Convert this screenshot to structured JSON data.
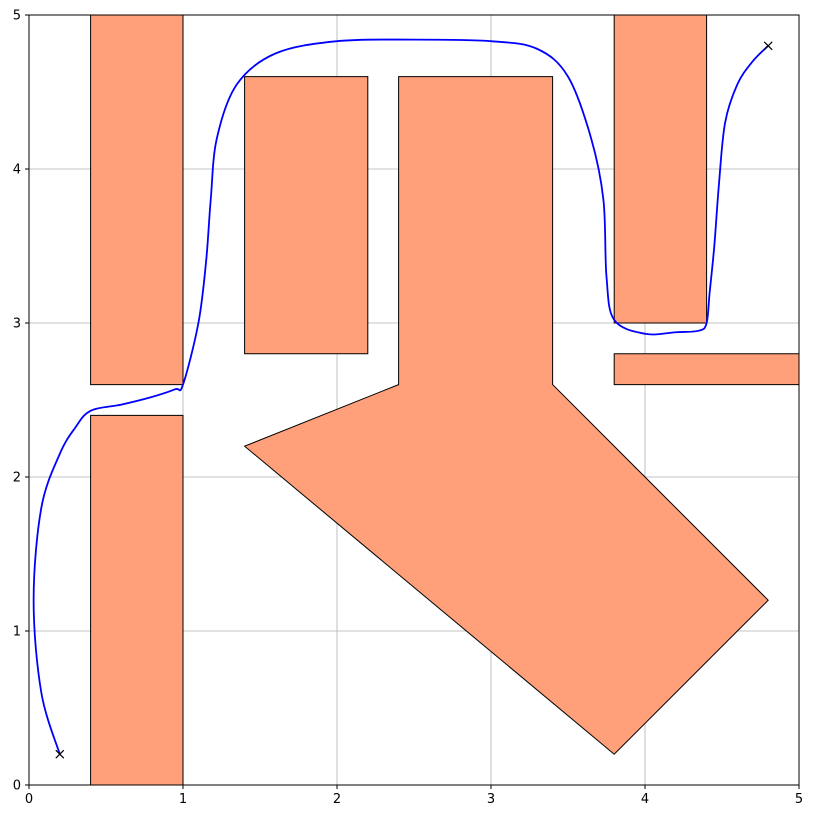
{
  "chart_data": {
    "type": "scatter",
    "title": "",
    "xlabel": "",
    "ylabel": "",
    "xlim": [
      0,
      5
    ],
    "ylim": [
      0,
      5
    ],
    "grid": true,
    "x_ticks": [
      "0",
      "1",
      "2",
      "3",
      "4",
      "5"
    ],
    "y_ticks": [
      "0",
      "1",
      "2",
      "3",
      "4",
      "5"
    ],
    "obstacle_color": "#FFA07A",
    "obstacle_edge_color": "#000000",
    "path_color": "#0000FF",
    "obstacles": [
      {
        "vertices": [
          [
            0.4,
            2.6
          ],
          [
            1.0,
            2.6
          ],
          [
            1.0,
            5.0
          ],
          [
            0.4,
            5.0
          ]
        ]
      },
      {
        "vertices": [
          [
            0.4,
            0.0
          ],
          [
            1.0,
            0.0
          ],
          [
            1.0,
            2.4
          ],
          [
            0.4,
            2.4
          ]
        ]
      },
      {
        "vertices": [
          [
            1.4,
            2.8
          ],
          [
            2.2,
            2.8
          ],
          [
            2.2,
            4.6
          ],
          [
            1.4,
            4.6
          ]
        ]
      },
      {
        "vertices": [
          [
            3.8,
            3.0
          ],
          [
            4.4,
            3.0
          ],
          [
            4.4,
            5.0
          ],
          [
            3.8,
            5.0
          ]
        ]
      },
      {
        "vertices": [
          [
            3.8,
            2.6
          ],
          [
            5.0,
            2.6
          ],
          [
            5.0,
            2.8
          ],
          [
            3.8,
            2.8
          ]
        ]
      },
      {
        "vertices": [
          [
            2.4,
            4.6
          ],
          [
            3.4,
            4.6
          ],
          [
            3.4,
            2.6
          ],
          [
            4.8,
            1.2
          ],
          [
            3.8,
            0.2
          ],
          [
            1.4,
            2.2
          ],
          [
            2.4,
            2.6
          ]
        ]
      }
    ],
    "path": {
      "x": [
        0.2,
        0.08,
        0.03,
        0.08,
        0.2,
        0.3,
        0.4,
        0.6,
        0.8,
        0.95,
        1.0,
        1.1,
        1.15,
        1.18,
        1.22,
        1.35,
        1.6,
        2.0,
        2.5,
        3.0,
        3.3,
        3.5,
        3.65,
        3.73,
        3.75,
        3.8,
        4.0,
        4.2,
        4.35,
        4.4,
        4.42,
        4.45,
        4.48,
        4.52,
        4.6,
        4.7,
        4.8
      ],
      "y": [
        0.2,
        0.6,
        1.2,
        1.8,
        2.15,
        2.32,
        2.43,
        2.47,
        2.52,
        2.57,
        2.6,
        3.0,
        3.4,
        3.8,
        4.2,
        4.55,
        4.75,
        4.83,
        4.84,
        4.83,
        4.78,
        4.6,
        4.2,
        3.8,
        3.3,
        3.02,
        2.93,
        2.94,
        2.95,
        3.0,
        3.2,
        3.5,
        3.9,
        4.3,
        4.55,
        4.7,
        4.8
      ]
    },
    "start": {
      "x": 0.2,
      "y": 0.2
    },
    "goal": {
      "x": 4.8,
      "y": 4.8
    }
  }
}
